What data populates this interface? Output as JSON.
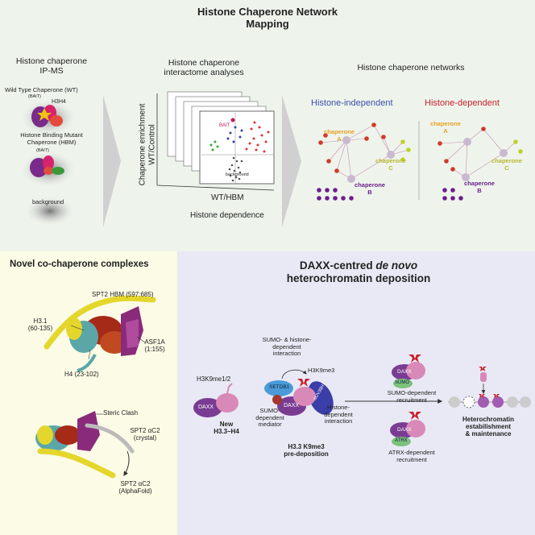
{
  "title": {
    "line1": "Histone Chaperone Network",
    "line2": "Mapping"
  },
  "ipms": {
    "heading_line1": "Histone chaperone",
    "heading_line2": "IP-MS",
    "wt_label": "Wild Type Chaperone (WT)",
    "bait": "(BAIT)",
    "h3h4": "H3H4",
    "hbm_line1": "Histone Binding Mutant",
    "hbm_line2": "Chaperone (HBM)",
    "background": "background"
  },
  "interactome": {
    "heading_line1": "Histone chaperone",
    "heading_line2": "interactome analyses",
    "y_label_1": "Chaperone enrichment",
    "y_label_2": "WT/Control",
    "x_label_1": "WT/HBM",
    "x_label_2": "Histone dependence",
    "bait_label": "BAIT",
    "background_label": "background"
  },
  "networks": {
    "heading": "Histone chaperone networks",
    "independent": "Histone-independent",
    "dependent": "Histone-dependent",
    "chaperone": "chaperone",
    "A": "A",
    "B": "B",
    "C": "C",
    "colors": {
      "A": "#e8a020",
      "B": "#6b1f8a",
      "C": "#b8b830",
      "independent": "#3b4fa8",
      "dependent": "#c8202a"
    }
  },
  "cochaperone": {
    "heading": "Novel co-chaperone complexes",
    "spt2_hbm": "SPT2 HBM (597:685)",
    "h31_line1": "H3.1",
    "h31_line2": "(60-135)",
    "asf1a_line1": "ASF1A",
    "asf1a_line2": "(1:155)",
    "h4": "H4 (23-102)",
    "steric": "Steric Clash",
    "spt2_crystal_1": "SPT2 αC2",
    "spt2_crystal_2": "(crystal)",
    "spt2_af_1": "SPT2 αC2",
    "spt2_af_2": "(AlphaFold)"
  },
  "daxx": {
    "heading_line1_a": "DAXX-centred ",
    "heading_line1_b": "de novo",
    "heading_line2": "heterochromatin deposition",
    "h3k9me12": "H3K9me1/2",
    "daxx": "DAXX",
    "new_line1": "New",
    "new_line2": "H3.3–H4",
    "sumo_hist_1": "SUMO- & histone-",
    "sumo_hist_2": "dependent",
    "sumo_hist_3": "interaction",
    "h3k9me3": "H3K9me3",
    "setdb1": "SETDB1",
    "suv39h1": "SUV39H1",
    "sumo_med_1": "SUMO-",
    "sumo_med_2": "dependent",
    "sumo_med_3": "mediator",
    "hist_dep_1": "Histone-",
    "hist_dep_2": "dependent",
    "hist_dep_3": "interaction",
    "predep_1": "H3.3 K9me3",
    "predep_2": "pre-deposition",
    "sumo": "SUMO",
    "sumo_rec_1": "SUMO-dependent",
    "sumo_rec_2": "recruitment",
    "atrx": "ATRX",
    "atrx_rec_1": "ATRX-dependent",
    "atrx_rec_2": "recruitment",
    "hc_1": "Heterochromatin",
    "hc_2": "estabilishment",
    "hc_3": "& maintenance"
  }
}
